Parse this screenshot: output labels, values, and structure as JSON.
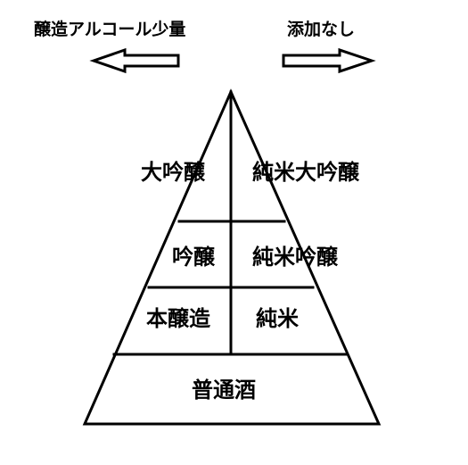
{
  "colors": {
    "background": "#ffffff",
    "stroke": "#000000"
  },
  "left_arrow": {
    "label": "醸造アルコール少量",
    "icon": "left-arrow-icon"
  },
  "right_arrow": {
    "label": "添加なし",
    "icon": "right-arrow-icon"
  },
  "pyramid": {
    "tier1": {
      "left": "大吟醸",
      "right": "純米大吟醸"
    },
    "tier2": {
      "left": "吟醸",
      "right": "純米吟醸"
    },
    "tier3": {
      "left": "本醸造",
      "right": "純米"
    },
    "base": "普通酒"
  }
}
